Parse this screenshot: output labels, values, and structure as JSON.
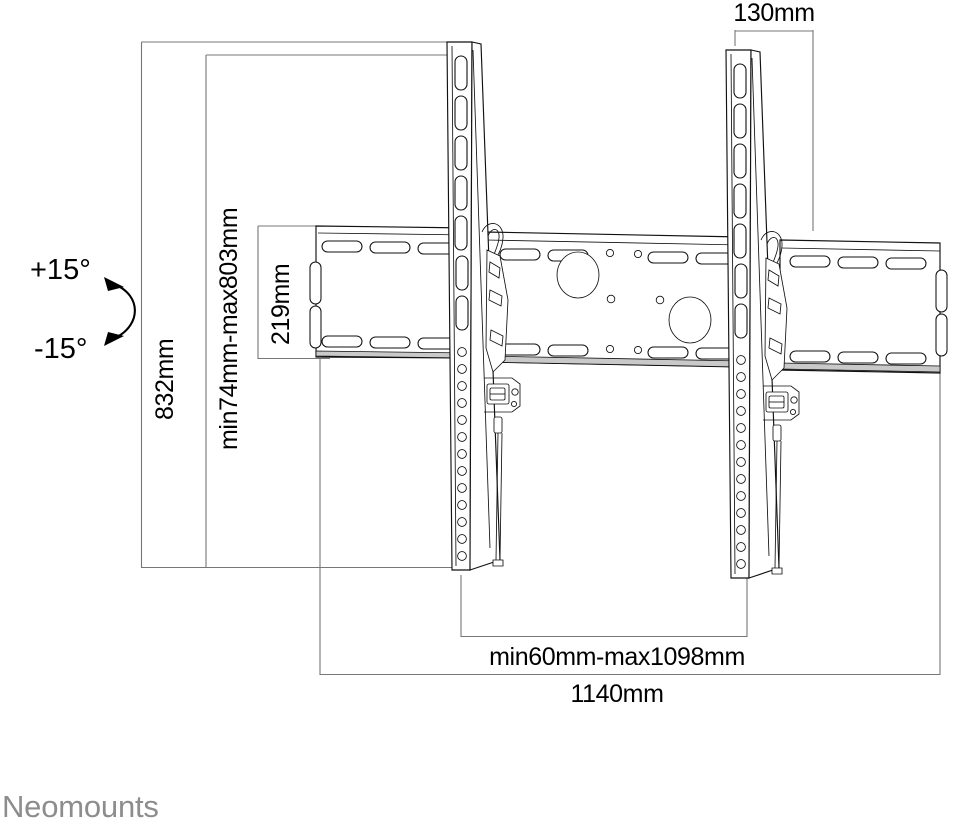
{
  "drawing": {
    "title": "TV wall mount tilt bracket technical drawing",
    "brand": "Neomounts",
    "product_type": "tilting flat screen wall mount",
    "units": "mm",
    "view": "side and front composite orthographic projection",
    "background_color": "#ffffff",
    "line_color": "#111111",
    "dimension_line_color": "#777777",
    "brand_color": "#8d8d8d"
  },
  "dimensions": {
    "overall_height": {
      "label": "832mm",
      "value": 832,
      "orientation": "vertical",
      "position": "far-left"
    },
    "mount_height_range": {
      "label": "min74mm-max803mm",
      "min": 74,
      "max": 803,
      "orientation": "vertical",
      "position": "left-inner"
    },
    "bracket_height": {
      "label": "219mm",
      "value": 219,
      "orientation": "vertical",
      "position": "inner"
    },
    "depth_from_wall": {
      "label": "130mm",
      "value": 130,
      "orientation": "horizontal",
      "position": "top-right"
    },
    "mount_width_range": {
      "label": "min60mm-max1098mm",
      "min": 60,
      "max": 1098,
      "orientation": "horizontal",
      "position": "bottom-inner"
    },
    "overall_width": {
      "label": "1140mm",
      "value": 1140,
      "orientation": "horizontal",
      "position": "bottom"
    }
  },
  "tilt": {
    "up_label": "+15°",
    "down_label": "-15°",
    "up_value": 15,
    "down_value": -15,
    "indicator": "double-headed-arc-arrow"
  },
  "icons": {
    "tilt_arc": "tilt-arc-arrow-icon",
    "arrow_up": "arrow-up-icon",
    "arrow_down": "arrow-down-icon"
  },
  "components": {
    "wall_plate_left": "vertical wall plate with slotted and round hole pattern",
    "wall_plate_right": "vertical wall plate with slotted and round hole pattern",
    "display_rail_upper": "horizontal display mounting rail, slotted",
    "display_rail_lower": "horizontal display mounting rail, slotted",
    "tilt_mechanism": "tilt lock and release cord assembly"
  }
}
